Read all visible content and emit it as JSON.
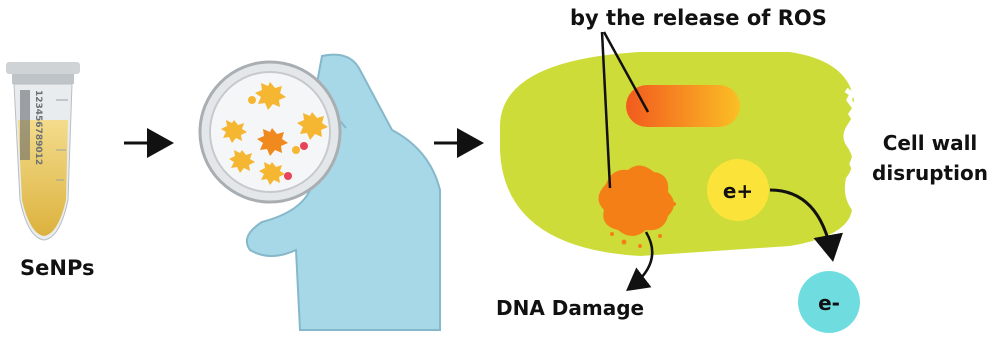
{
  "labels": {
    "senps": "SeNPs",
    "ros": "by the release of ROS",
    "dna_damage": "DNA Damage",
    "cell_wall": "Cell wall disruption",
    "e_plus": "e+",
    "e_minus": "e-",
    "tube_print": "123456789012"
  },
  "icons": {
    "tube": "microcentrifuge-tube-icon",
    "petri": "petri-dish-in-gloved-hand-icon",
    "cell": "bacterial-cell-icon"
  },
  "colors": {
    "cell_green": "#cddc39",
    "ros_orange": "#f57c22",
    "dna_orange": "#f57f17",
    "e_plus_yellow": "#fbe33a",
    "e_minus_cyan": "#6fdde0",
    "glove_blue": "#a6d8e8",
    "tube_liquid": "#e7c75a"
  }
}
